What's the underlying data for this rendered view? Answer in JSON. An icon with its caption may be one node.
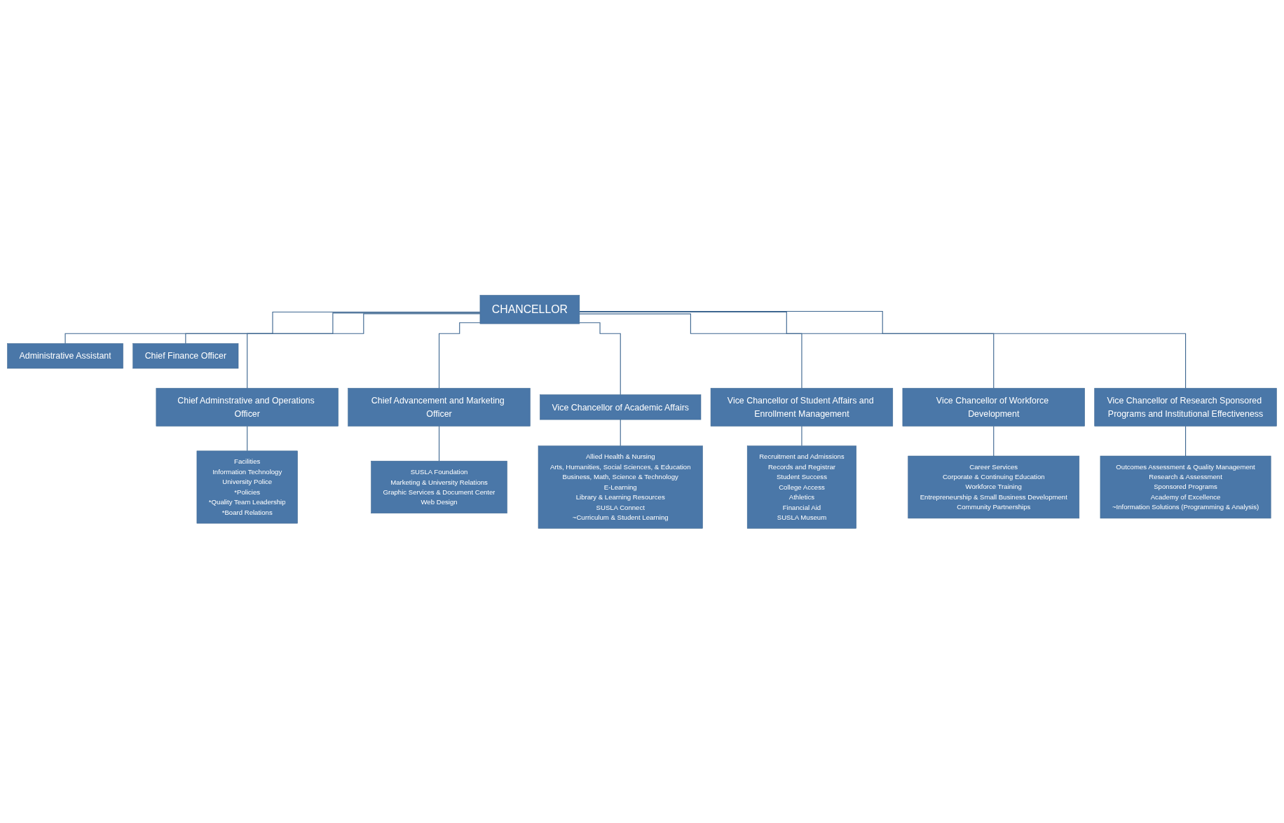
{
  "diagram": {
    "nodes": [
      {
        "text": [
          "CHANCELLOR"
        ]
      },
      {
        "text": [
          "Administrative Assistant"
        ]
      },
      {
        "text": [
          "Chief Finance Officer"
        ]
      },
      {
        "text": [
          "Chief Adminstrative and Operations Officer"
        ]
      },
      {
        "text": [
          "Chief Advancement and Marketing Officer"
        ]
      },
      {
        "text": [
          "Vice Chancellor of Academic Affairs"
        ]
      },
      {
        "text": [
          "Vice Chancellor of Student Affairs and Enrollment Management"
        ]
      },
      {
        "text": [
          "Vice Chancellor of Workforce Development"
        ]
      },
      {
        "text": [
          "Vice Chancellor of Research Sponsored Programs and Institutional Effectiveness"
        ]
      },
      {
        "text": [
          "Facilities",
          "Information Technology",
          "University Police",
          "*Policies",
          "*Quality Team Leadership",
          "*Board Relations"
        ]
      },
      {
        "text": [
          "SUSLA Foundation",
          "Marketing & University Relations",
          "Graphic Services & Document Center",
          "Web Design"
        ]
      },
      {
        "text": [
          "Allied Health & Nursing",
          "Arts, Humanities, Social Sciences, & Education",
          "Business, Math, Science & Technology",
          "E-Learning",
          "Library & Learning Resources",
          "SUSLA Connect",
          "~Curriculum & Student Learning"
        ]
      },
      {
        "text": [
          "Recruitment and Admissions",
          "Records and Registrar",
          "Student Success",
          "College Access",
          "Athletics",
          "Financial Aid",
          "SUSLA Museum"
        ]
      },
      {
        "text": [
          "Career Services",
          "Corporate & Continuing Education",
          "Workforce Training",
          "Entrepreneurship & Small Business Development",
          "Community Partnerships"
        ]
      },
      {
        "text": [
          "Outcomes Assessment & Quality Management",
          "Research & Assessment",
          "Sponsored Programs",
          "Academy of Excellence",
          "~Information Solutions (Programming & Analysis)"
        ]
      }
    ],
    "edges": [
      {
        "from": 0,
        "to": 1,
        "arrow": "none"
      },
      {
        "from": 0,
        "to": 2,
        "arrow": "none"
      },
      {
        "from": 0,
        "to": 3,
        "arrow": "none"
      },
      {
        "from": 0,
        "to": 4,
        "arrow": "none"
      },
      {
        "from": 0,
        "to": 5,
        "arrow": "none"
      },
      {
        "from": 0,
        "to": 6,
        "arrow": "none"
      },
      {
        "from": 0,
        "to": 7,
        "arrow": "none"
      },
      {
        "from": 0,
        "to": 8,
        "arrow": "none"
      },
      {
        "from": 3,
        "to": 9,
        "arrow": "none"
      },
      {
        "from": 4,
        "to": 10,
        "arrow": "none"
      },
      {
        "from": 5,
        "to": 11,
        "arrow": "none"
      },
      {
        "from": 6,
        "to": 12,
        "arrow": "none"
      },
      {
        "from": 7,
        "to": 13,
        "arrow": "none"
      },
      {
        "from": 8,
        "to": 14,
        "arrow": "none"
      }
    ]
  }
}
